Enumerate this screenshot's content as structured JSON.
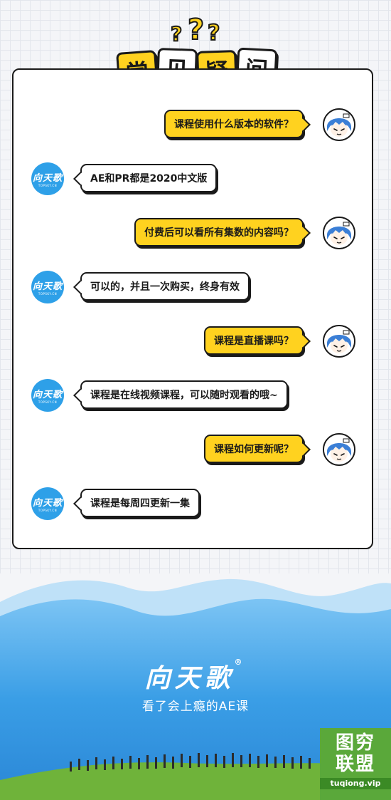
{
  "header": {
    "question_marks": [
      "?",
      "?",
      "?"
    ],
    "title_chars": [
      "常",
      "见",
      "疑",
      "问"
    ]
  },
  "colors": {
    "accent_yellow": "#ffd21f",
    "outline": "#1a1a1a",
    "teacher_blue": "#2ea0e8",
    "sky_blue": "#3a9ee6",
    "grass_green": "#6fb33a"
  },
  "chat": [
    {
      "role": "student",
      "text": "课程使用什么版本的软件？"
    },
    {
      "role": "teacher",
      "text": "AE和PR都是2020中文版"
    },
    {
      "role": "student",
      "text": "付费后可以看所有集数的内容吗？"
    },
    {
      "role": "teacher",
      "text": "可以的，并且一次购买，终身有效"
    },
    {
      "role": "student",
      "text": "课程是直播课吗？"
    },
    {
      "role": "teacher",
      "text": "课程是在线视频课程，可以随时观看的哦~"
    },
    {
      "role": "student",
      "text": "课程如何更新呢？"
    },
    {
      "role": "teacher",
      "text": "课程是每周四更新一集"
    }
  ],
  "teacher_avatar": {
    "mark": "向天歌",
    "sub": "TOPSKY.CN",
    "icon": "brand-logo-icon"
  },
  "student_avatar": {
    "icon": "anime-girl-avatar-icon"
  },
  "footer": {
    "logo": "向天歌",
    "registered": "®",
    "slogan": "看了会上瘾的AE课"
  },
  "watermark": {
    "line1": "图穷",
    "line2": "联盟",
    "url": "tuqiong.vip"
  }
}
